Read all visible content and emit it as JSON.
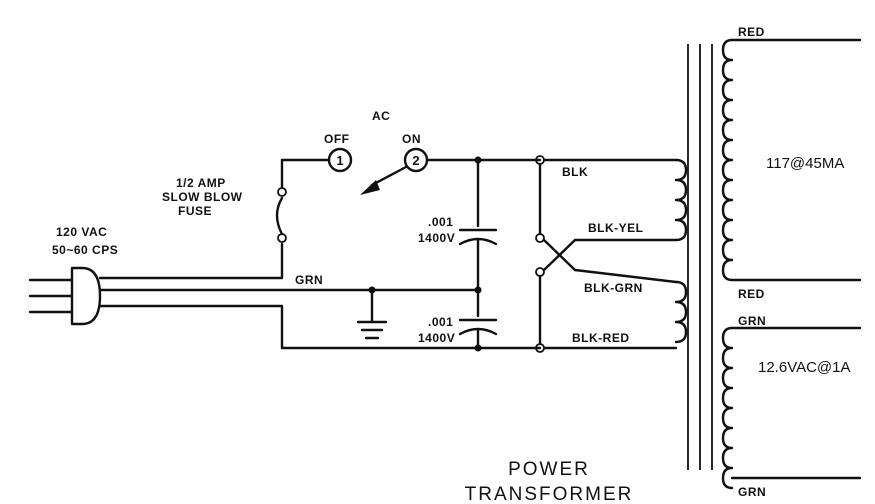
{
  "labels": {
    "input_voltage": "120 VAC",
    "input_freq": "50~60 CPS",
    "fuse_line1": "1/2 AMP",
    "fuse_line2": "SLOW BLOW",
    "fuse_line3": "FUSE",
    "switch_title": "AC",
    "switch_off": "OFF",
    "switch_on": "ON",
    "terminal_1": "1",
    "terminal_2": "2",
    "ground_wire": "GRN",
    "cap_top_value": ".001",
    "cap_top_voltage": "1400V",
    "cap_bottom_value": ".001",
    "cap_bottom_voltage": "1400V",
    "primary_blk": "BLK",
    "primary_blk_yel": "BLK-YEL",
    "primary_blk_grn": "BLK-GRN",
    "primary_blk_red": "BLK-RED",
    "sec_red_top": "RED",
    "sec_red_bottom": "RED",
    "sec_grn_top": "GRN",
    "sec_grn_bottom": "GRN",
    "hv_rating": "117@45MA",
    "fil_rating": "12.6VAC@1A",
    "title_line1": "POWER",
    "title_line2": "TRANSFORMER"
  }
}
